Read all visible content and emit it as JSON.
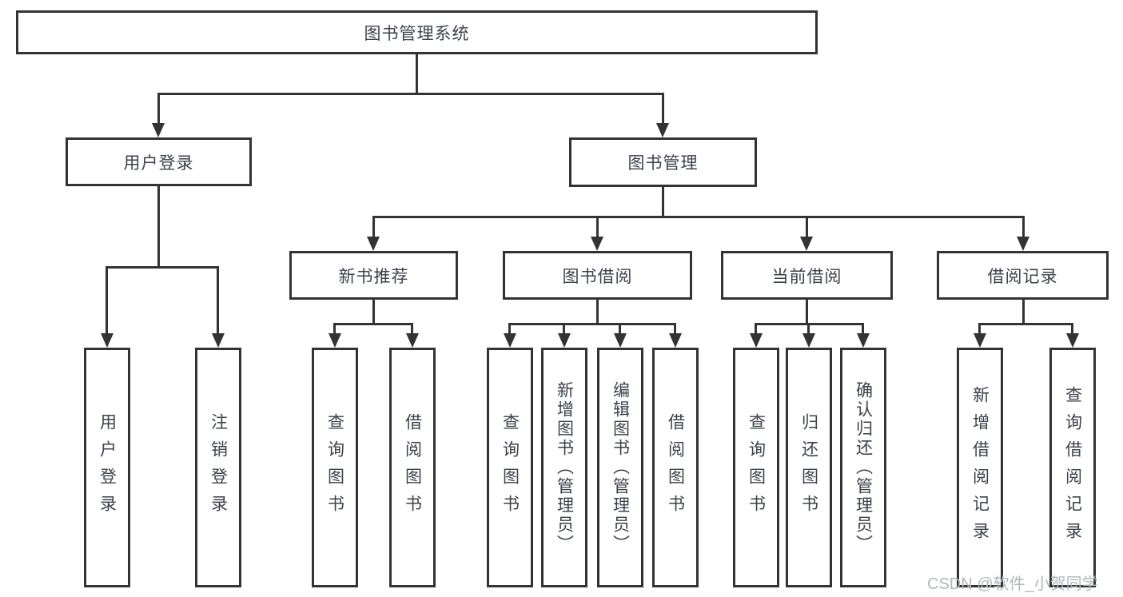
{
  "tree": {
    "label": "图书管理系统",
    "children": [
      {
        "label": "用户登录",
        "children": [
          {
            "label": "用户登录"
          },
          {
            "label": "注销登录"
          }
        ]
      },
      {
        "label": "图书管理",
        "children": [
          {
            "label": "新书推荐",
            "children": [
              {
                "label": "查询图书"
              },
              {
                "label": "借阅图书"
              }
            ]
          },
          {
            "label": "图书借阅",
            "children": [
              {
                "label": "查询图书"
              },
              {
                "label": "新增图书（管理员）"
              },
              {
                "label": "编辑图书（管理员）"
              },
              {
                "label": "借阅图书"
              }
            ]
          },
          {
            "label": "当前借阅",
            "children": [
              {
                "label": "查询图书"
              },
              {
                "label": "归还图书"
              },
              {
                "label": "确认归还（管理员）"
              }
            ]
          },
          {
            "label": "借阅记录",
            "children": [
              {
                "label": "新增借阅记录"
              },
              {
                "label": "查询借阅记录"
              }
            ]
          }
        ]
      }
    ]
  },
  "watermark": {
    "text": "CSDN @软件_小贺同学"
  },
  "colors": {
    "line": "#333333",
    "text": "#3c414a",
    "background": "#ffffff",
    "watermark": "#b2b6bc"
  }
}
